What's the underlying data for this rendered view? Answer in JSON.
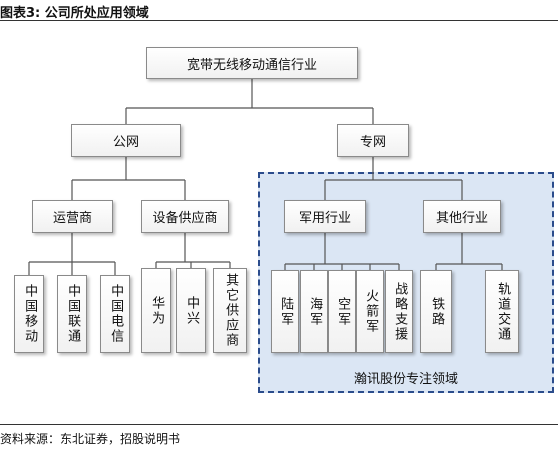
{
  "caption": "图表3: 公司所处应用领域",
  "source": "资料来源：东北证券，招股说明书",
  "region_label": "瀚讯股份专注领域",
  "nodes": {
    "root": "宽带无线移动通信行业",
    "public": "公网",
    "private": "专网",
    "operators": "运营商",
    "equipment": "设备供应商",
    "military": "军用行业",
    "other": "其他行业",
    "china_mobile": "中国移动",
    "china_unicom": "中国联通",
    "china_telecom": "中国电信",
    "huawei": "华为",
    "zte": "中兴",
    "other_suppliers": "其它供应商",
    "army": "陆军",
    "navy": "海军",
    "air_force": "空军",
    "rocket_force": "火箭军",
    "strategic_support": "战略支援",
    "railway": "铁路",
    "rail_transit": "轨道交通"
  },
  "colors": {
    "region_fill": "#dbe6f4",
    "region_border": "#2b4c8c"
  }
}
